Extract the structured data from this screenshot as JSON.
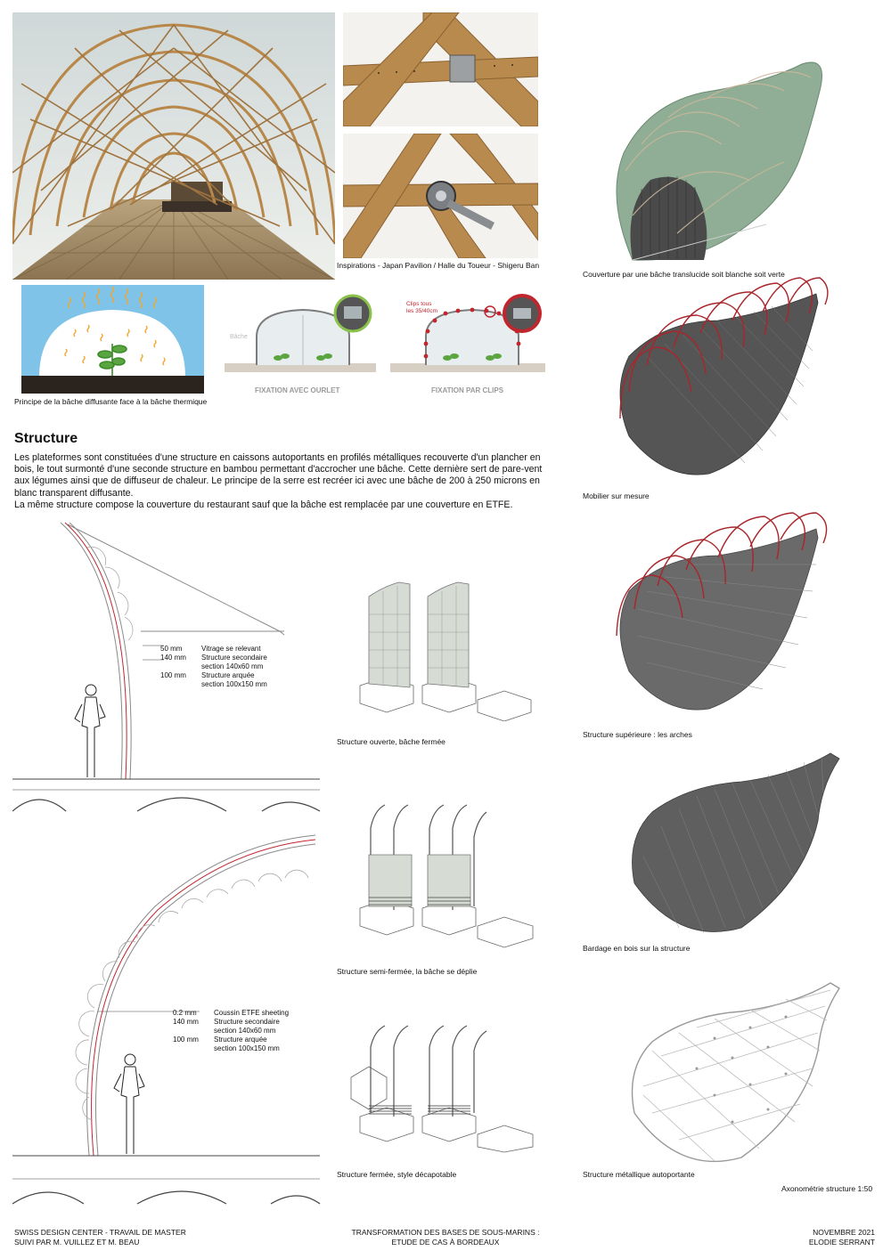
{
  "images": {
    "inspirations_caption": "Inspirations - Japan Pavilion / Halle du Toueur - Shigeru Ban",
    "diffusion_caption": "Principe de la bâche diffusante face à la bâche thermique",
    "fixation_hem_label": "FIXATION AVEC OURLET",
    "fixation_clips_label": "FIXATION PAR CLIPS",
    "clips_note": "Clips tous les 35/40cm",
    "bache_label": "Bâche"
  },
  "structure": {
    "heading": "Structure",
    "paragraph1": "Les plateformes sont constituées d'une structure en caissons autoportants en profilés métalliques recouverte d'un plancher en bois, le tout surmonté d'une seconde structure en bambou permettant d'accrocher une bâche. Cette dernière sert de pare-vent aux légumes ainsi que de diffuseur de chaleur. Le principe de la serre est recréer ici avec une bâche de 200 à 250 microns en blanc transparent diffusante.",
    "paragraph2": "La même structure compose la couverture du restaurant sauf que la bâche est remplacée par une couverture en ETFE."
  },
  "section1": {
    "rows": [
      {
        "dim": "50 mm",
        "label": "Vitrage se relevant"
      },
      {
        "dim": "140 mm",
        "label": "Structure secondaire"
      },
      {
        "dim": "",
        "label": "section 140x60 mm"
      },
      {
        "dim": "100 mm",
        "label": "Structure arquée"
      },
      {
        "dim": "",
        "label": "section 100x150 mm"
      }
    ]
  },
  "section2": {
    "rows": [
      {
        "dim": "0.2 mm",
        "label": "Coussin ETFE sheeting"
      },
      {
        "dim": "140 mm",
        "label": "Structure secondaire"
      },
      {
        "dim": "",
        "label": "section 140x60 mm"
      },
      {
        "dim": "100 mm",
        "label": "Structure arquée"
      },
      {
        "dim": "",
        "label": "section 100x150 mm"
      }
    ]
  },
  "modules": {
    "open_caption": "Structure ouverte, bâche fermée",
    "semi_caption": "Structure semi-fermée, la bâche se déplie",
    "closed_caption": "Structure fermée, style décapotable"
  },
  "axo": {
    "cover_caption": "Couverture par une bâche translucide soit blanche soit verte",
    "furniture_caption": "Mobilier sur mesure",
    "arches_caption": "Structure supérieure : les arches",
    "cladding_caption": "Bardage en bois sur la structure",
    "steel_caption": "Structure métallique autoportante",
    "scale_caption": "Axonométrie structure 1:50"
  },
  "footer": {
    "left_line1": "SWISS DESIGN CENTER - TRAVAIL DE MASTER",
    "left_line2": "SUIVI PAR M. VUILLEZ ET M. BEAU",
    "center_line1": "TRANSFORMATION DES BASES DE SOUS-MARINS :",
    "center_line2": "ETUDE DE CAS À BORDEAUX",
    "right_line1": "NOVEMBRE 2021",
    "right_line2": "ELODIE SERRANT"
  },
  "colors": {
    "wood": "#b8874a",
    "sky": "#7fc4e8",
    "ground": "#2b241e",
    "arch_red": "#a8262b",
    "cover_green": "#8fae95",
    "cladding_grey": "#6a6a6a"
  }
}
